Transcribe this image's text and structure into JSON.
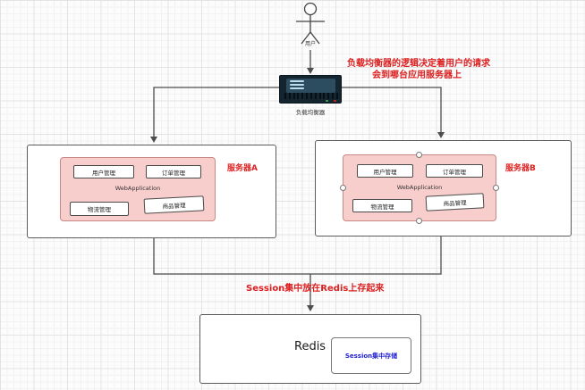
{
  "actor": {
    "label": "用户"
  },
  "load_balancer": {
    "label": "负载均衡器"
  },
  "notes": {
    "lb_line1": "负载均衡器的逻辑决定着用户的请求",
    "lb_line2": "会到哪台应用服务器上",
    "session": "Session集中放在Redis上存起来"
  },
  "servers": [
    {
      "name": "服务器A",
      "app": "WebApplication",
      "modules": [
        "用户管理",
        "订单管理",
        "物流管理",
        "商品管理"
      ]
    },
    {
      "name": "服务器B",
      "app": "WebApplication",
      "modules": [
        "用户管理",
        "订单管理",
        "物流管理",
        "商品管理"
      ]
    }
  ],
  "redis": {
    "title": "Redis",
    "store_label": "Session集中存储"
  },
  "colors": {
    "note_red": "#dd2020",
    "pink_fill": "#f8cecc",
    "pink_border": "#c98886",
    "session_blue": "#1f1fd0",
    "lb_body_dark": "#152530",
    "lb_screen": "#2c4d60"
  }
}
